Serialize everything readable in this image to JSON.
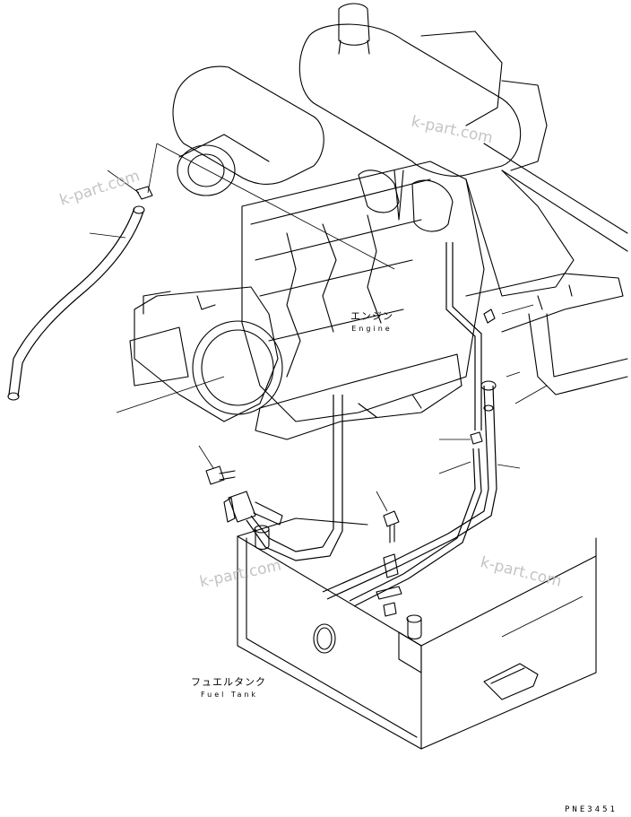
{
  "labels": {
    "engine_jp": "エンジン",
    "engine_en": "Engine",
    "fuel_tank_jp": "フュエルタンク",
    "fuel_tank_en": "Fuel Tank"
  },
  "watermark": "k-part.com",
  "drawing_code": "PNE3451"
}
